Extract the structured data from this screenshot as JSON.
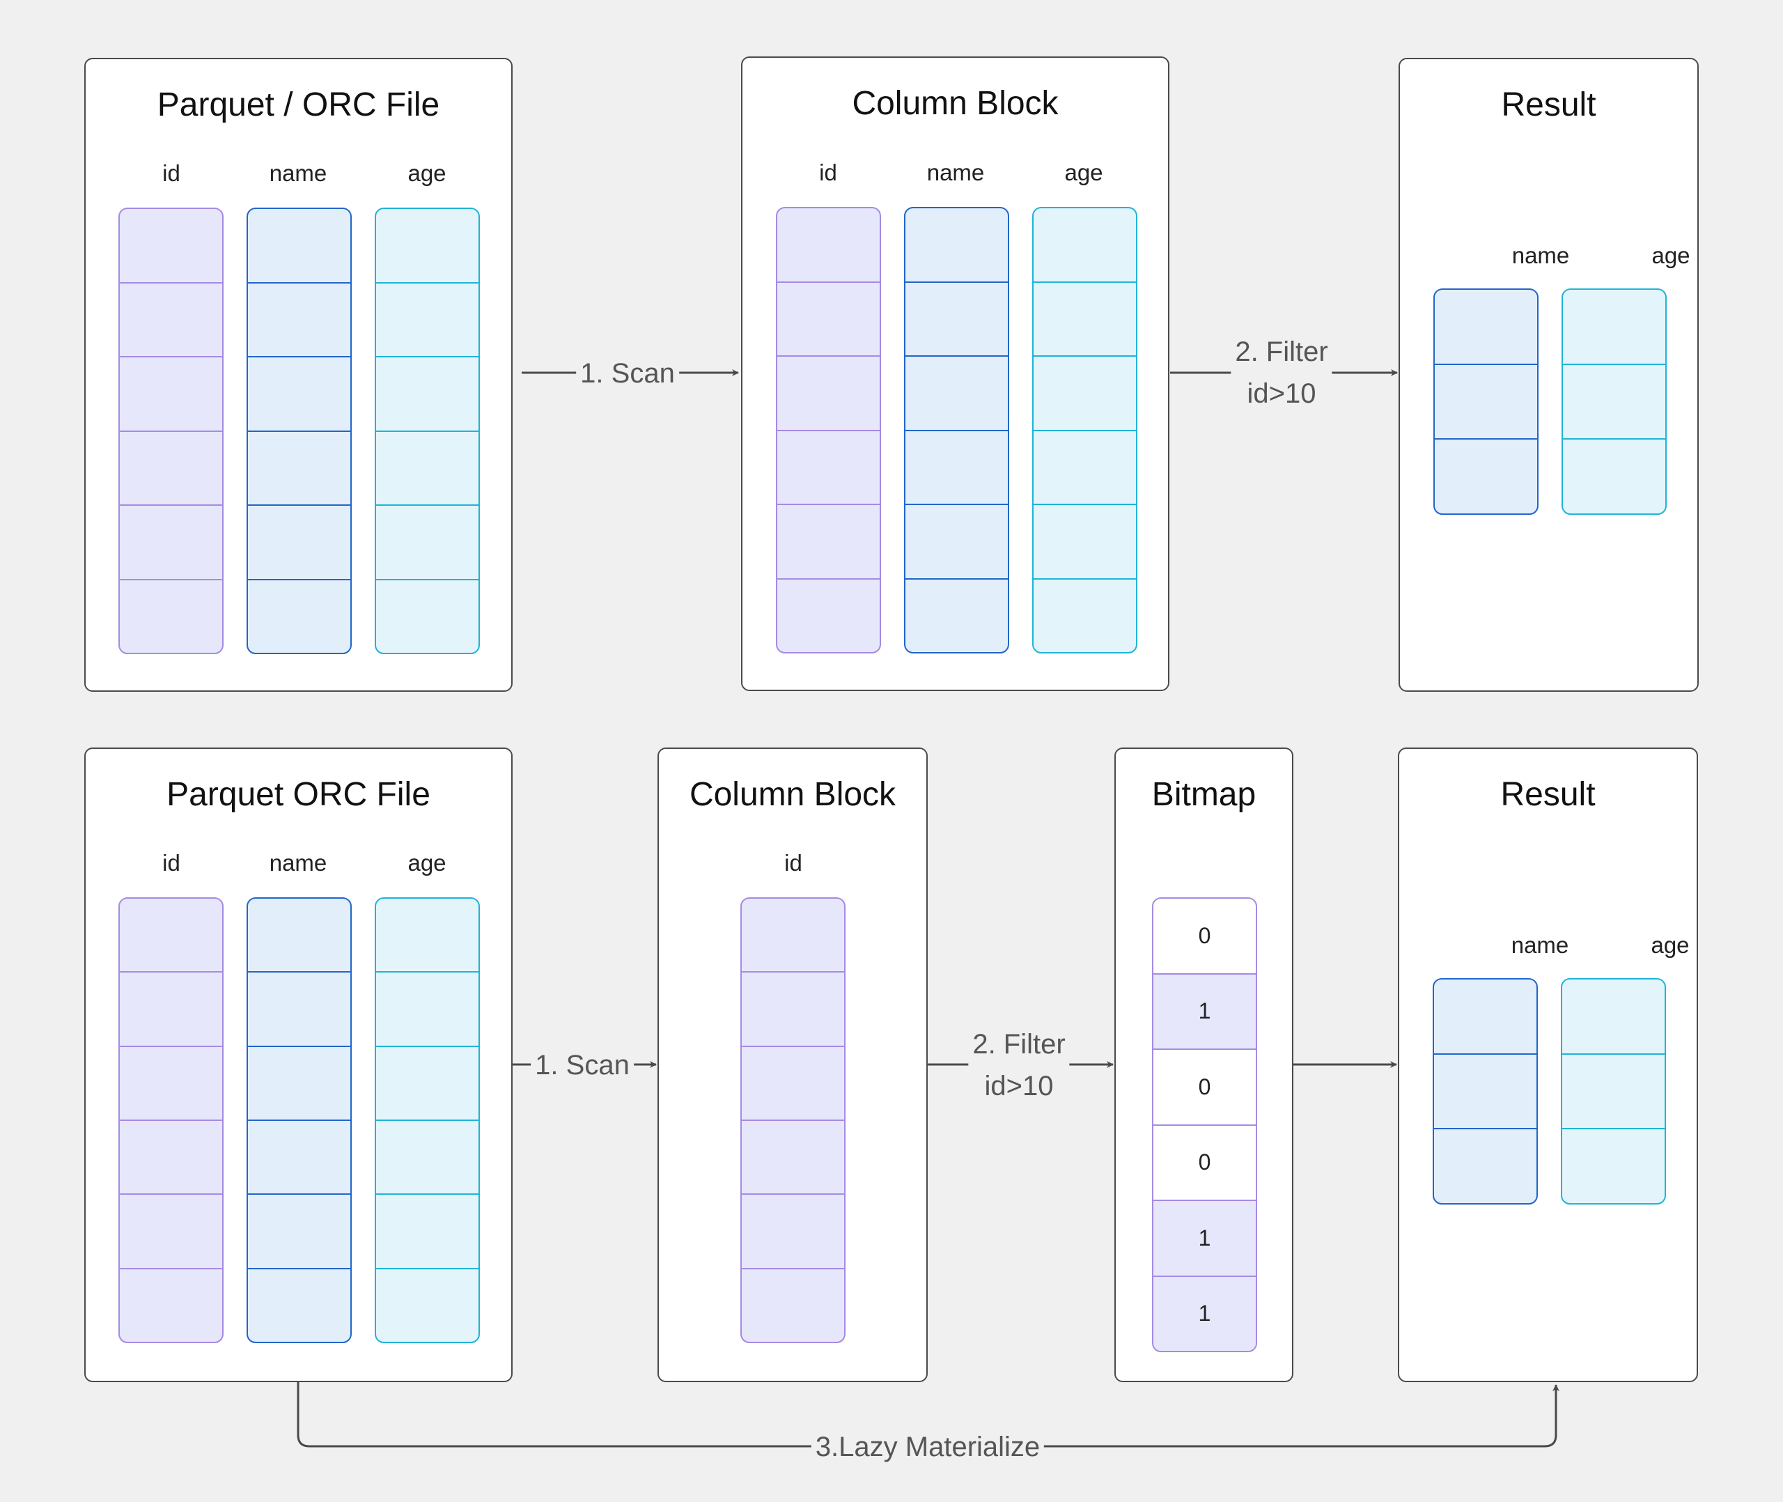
{
  "colors": {
    "background": "#f0f0f0",
    "box_border": "#4a4a4a",
    "arrow": "#4a4a4a",
    "id_column": "#a58be3",
    "name_column": "#2266c8",
    "age_column": "#1fb4d8"
  },
  "top_row": {
    "file_box": {
      "title": "Parquet / ORC File",
      "columns": [
        "id",
        "name",
        "age"
      ]
    },
    "column_block_box": {
      "title": "Column Block",
      "columns": [
        "id",
        "name",
        "age"
      ]
    },
    "result_box": {
      "title": "Result",
      "columns": [
        "name",
        "age"
      ]
    },
    "scan_label": "1. Scan",
    "filter_label": {
      "line1": "2. Filter",
      "line2": "id>10"
    }
  },
  "bottom_row": {
    "file_box": {
      "title": "Parquet ORC File",
      "columns": [
        "id",
        "name",
        "age"
      ]
    },
    "column_block_box": {
      "title": "Column Block",
      "columns": [
        "id"
      ]
    },
    "bitmap_box": {
      "title": "Bitmap",
      "values": [
        "0",
        "1",
        "0",
        "0",
        "1",
        "1"
      ]
    },
    "result_box": {
      "title": "Result",
      "columns": [
        "name",
        "age"
      ]
    },
    "scan_label": "1. Scan",
    "filter_label": {
      "line1": "2. Filter",
      "line2": "id>10"
    },
    "materialize_label": "3.Lazy Materialize"
  }
}
